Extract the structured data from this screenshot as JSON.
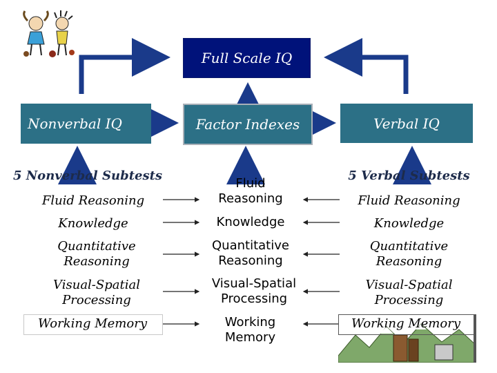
{
  "boxes": {
    "full_scale_iq": "Full Scale IQ",
    "nonverbal_iq": "Nonverbal IQ",
    "factor_indexes": "Factor Indexes",
    "verbal_iq": "Verbal IQ"
  },
  "headers": {
    "nonverbal_subtests": "5 Nonverbal Subtests",
    "verbal_subtests": "5 Verbal Subtests"
  },
  "rows": [
    {
      "left": "Fluid Reasoning",
      "center": "Fluid Reasoning",
      "right": "Fluid Reasoning"
    },
    {
      "left": "Knowledge",
      "center": "Knowledge",
      "right": "Knowledge"
    },
    {
      "left": "Quantitative Reasoning",
      "center": "Quantitative Reasoning",
      "right": "Quantitative Reasoning"
    },
    {
      "left": "Visual-Spatial Processing",
      "center": "Visual-Spatial Processing",
      "right": "Visual-Spatial Processing"
    },
    {
      "left": "Working Memory",
      "center": "Working Memory",
      "right": "Working Memory"
    }
  ],
  "colors": {
    "dark_navy": "#00127a",
    "teal": "#2c7086",
    "arrow_blue": "#1a3a8a"
  },
  "icons": [
    "kids-drawing-icon",
    "mountain-scene-icon"
  ]
}
